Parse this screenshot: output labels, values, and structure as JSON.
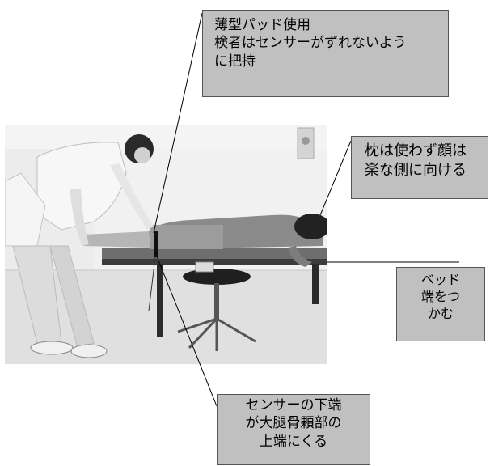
{
  "photo": {
    "alt": "Patient lying prone on exam bed with examiner holding sensor at thigh"
  },
  "callouts": {
    "pad": [
      "薄型パッド使用",
      "検者はセンサーがずれないよう",
      "に把持"
    ],
    "pillow": [
      "枕は使わず顔は",
      "楽な側に向ける"
    ],
    "bed": [
      "ベッド",
      "端をつ",
      "かむ"
    ],
    "sensor": [
      "センサーの下端",
      "が大腿骨顆部の",
      "上端にくる"
    ]
  },
  "colors": {
    "callout_fill": "#c0c0c0",
    "callout_border": "#555555",
    "leader_line": "#000000"
  }
}
